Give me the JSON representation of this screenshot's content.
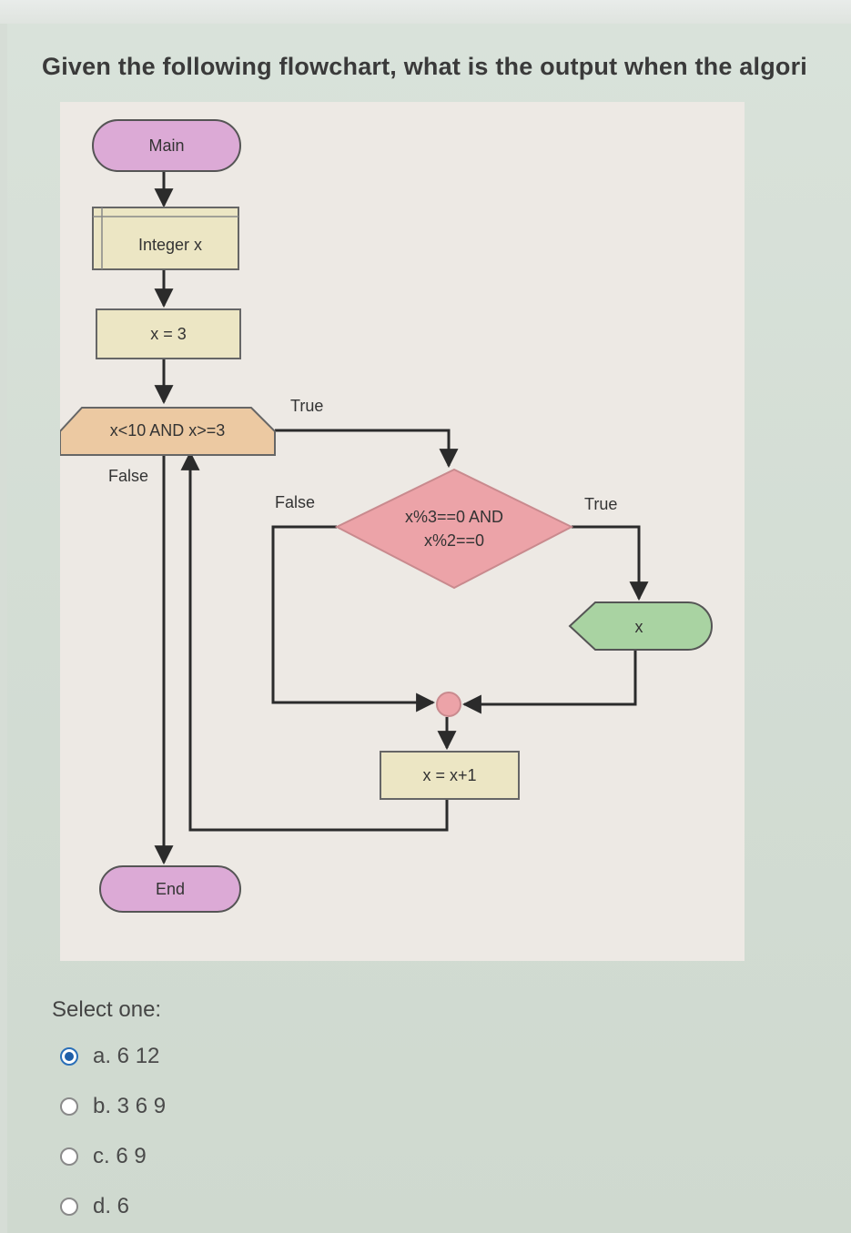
{
  "question": {
    "text": "Given the following flowchart, what is the output when the algori"
  },
  "flowchart": {
    "start_label": "Main",
    "declare_label": "Integer x",
    "assign_label": "x = 3",
    "loop_condition": "x<10 AND x>=3",
    "loop_true_label": "True",
    "loop_false_label": "False",
    "inner_condition_line1": "x%3==0 AND",
    "inner_condition_line2": "x%2==0",
    "inner_true_label": "True",
    "inner_false_label": "False",
    "output_label": "x",
    "increment_label": "x = x+1",
    "end_label": "End",
    "colors": {
      "terminal": "#dcaad6",
      "declare": "#ece6c4",
      "loop": "#ecc9a2",
      "decision": "#eca3a8",
      "output": "#a9d3a2",
      "connector": "#eca3a8"
    }
  },
  "answers": {
    "prompt": "Select one:",
    "options": [
      {
        "text": "a. 6 12",
        "selected": true
      },
      {
        "text": "b. 3 6 9",
        "selected": false
      },
      {
        "text": "c. 6 9",
        "selected": false
      },
      {
        "text": "d. 6",
        "selected": false
      }
    ]
  }
}
